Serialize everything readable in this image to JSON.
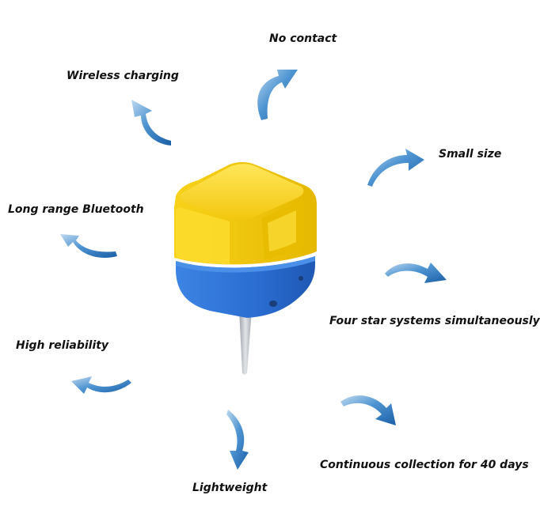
{
  "features": {
    "no_contact": "No contact",
    "wireless_charging": "Wireless charging",
    "small_size": "Small size",
    "long_range_bluetooth": "Long range Bluetooth",
    "four_star_systems": "Four star systems simultaneously",
    "high_reliability": "High reliability",
    "continuous_collection": "Continuous collection for 40 days",
    "lightweight": "Lightweight"
  },
  "colors": {
    "arrow": "#1E6FB8",
    "device_yellow": "#F7D21E",
    "device_blue": "#2F74D6",
    "probe": "#B8BDC4"
  },
  "icons": {
    "arrow": "curved-arrow-icon",
    "device": "sensor-device"
  }
}
